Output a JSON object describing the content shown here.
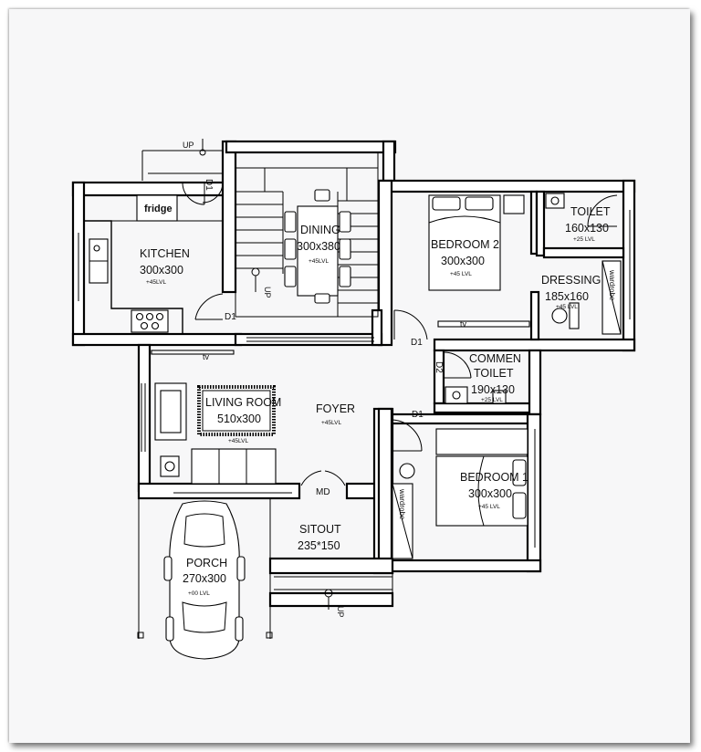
{
  "rooms": {
    "kitchen": {
      "name": "KITCHEN",
      "size": "300x300",
      "level": "+45LVL"
    },
    "dining": {
      "name": "DINING",
      "size": "300x380",
      "level": "+45LVL"
    },
    "bedroom2": {
      "name": "BEDROOM 2",
      "size": "300x300",
      "level": "+45 LVL"
    },
    "toilet": {
      "name": "TOILET",
      "size": "160x130",
      "level": "+25 LVL"
    },
    "dressing": {
      "name": "DRESSING",
      "size": "185x160",
      "level": "+45 LVL"
    },
    "common_toilet": {
      "name": "COMMEN TOILET",
      "name_line1": "COMMEN",
      "name_line2": "TOILET",
      "size": "190x130",
      "level": "+25 LVL"
    },
    "living": {
      "name": "LIVING ROOM",
      "size": "510x300",
      "level": "+45LVL"
    },
    "foyer": {
      "name": "FOYER",
      "level": "+45LVL"
    },
    "bedroom1": {
      "name": "BEDROOM 1",
      "size": "300x300",
      "level": "+45 LVL"
    },
    "sitout": {
      "name": "SITOUT",
      "size": "235*150"
    },
    "porch": {
      "name": "PORCH",
      "size": "270x300",
      "level": "+00 LVL"
    }
  },
  "labels": {
    "fridge": "fridge",
    "up": "UP",
    "tv": "tv",
    "d1": "D1",
    "d2": "D2",
    "md": "MD",
    "wardrobe": "wardrobe"
  },
  "colors": {
    "line": "#000000",
    "sheet": "#f7f7f8",
    "background": "#ffffff"
  }
}
